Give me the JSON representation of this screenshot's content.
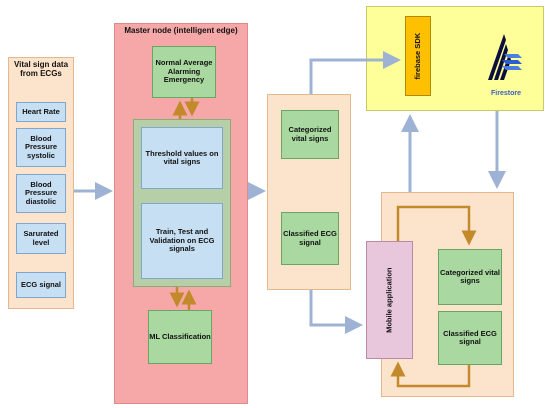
{
  "vital": {
    "title": "Vital sign data from ECGs",
    "items": [
      "Heart Rate",
      "Blood Pressure systolic",
      "Blood Pressure diastolic",
      "Sarurated level",
      "ECG signal"
    ]
  },
  "master": {
    "title": "Master node (intelligent edge)",
    "alarm": "Normal Average Alarming Emergency",
    "threshold": "Threshold values on vital signs",
    "train": "Train, Test and Validation on ECG signals",
    "ml": "ML Classification"
  },
  "middle": {
    "categorized": "Categorized vital signs",
    "classified": "Classified ECG signal"
  },
  "cloud": {
    "sdk": "firebase SDK",
    "firestore": "Firestore"
  },
  "mobile": {
    "app": "Mobile application",
    "categorized": "Categorized vital signs",
    "classified": "Classified ECG signal"
  },
  "colors": {
    "peach": "#fce4cc",
    "master_bg": "#f6a8a8",
    "green": "#a9d9a0",
    "blue": "#c7dff3",
    "yellow": "#ffff99",
    "pink": "#e8c6dc",
    "arrow_blue": "#9eb3d4",
    "arrow_orange": "#c28a2b"
  }
}
